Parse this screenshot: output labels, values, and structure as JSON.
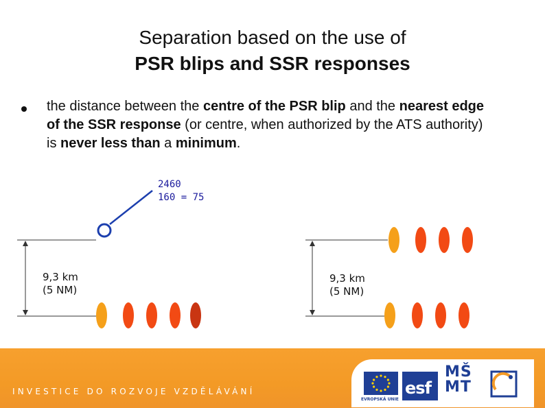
{
  "title": {
    "line1": "Separation based on the use of",
    "line2": "PSR blips and SSR responses"
  },
  "bullet": {
    "part1": "the distance between the ",
    "bold1": "centre of the PSR blip",
    "part2": " and the ",
    "bold2": "nearest edge of the SSR response",
    "part3": " (or centre, when authorized by the ATS authority) is ",
    "bold3": "never less than",
    "part4": " a ",
    "bold4": "minimum",
    "part5": "."
  },
  "diagram": {
    "squawk_line1": "2460",
    "squawk_line2": "160 = 75",
    "left_distance": {
      "line1": "9,3 km",
      "line2": "(5 NM)"
    },
    "right_distance": {
      "line1": "9,3 km",
      "line2": "(5 NM)"
    },
    "colors": {
      "psr_blip": "#1c3fae",
      "ssr_orange": "#f5a01a",
      "ssr_red": "#f24a14",
      "ssr_dark_red": "#c93512",
      "line": "#333333"
    }
  },
  "footer": {
    "text": "INVESTICE DO ROZVOJE VZDĚLÁVÁNÍ",
    "eu_caption": "EVROPSKÁ UNIE",
    "esf_logo": "esf",
    "msmt_logo_line1": "MŠ",
    "msmt_logo_line2": "MT",
    "color": "#f39a26"
  }
}
